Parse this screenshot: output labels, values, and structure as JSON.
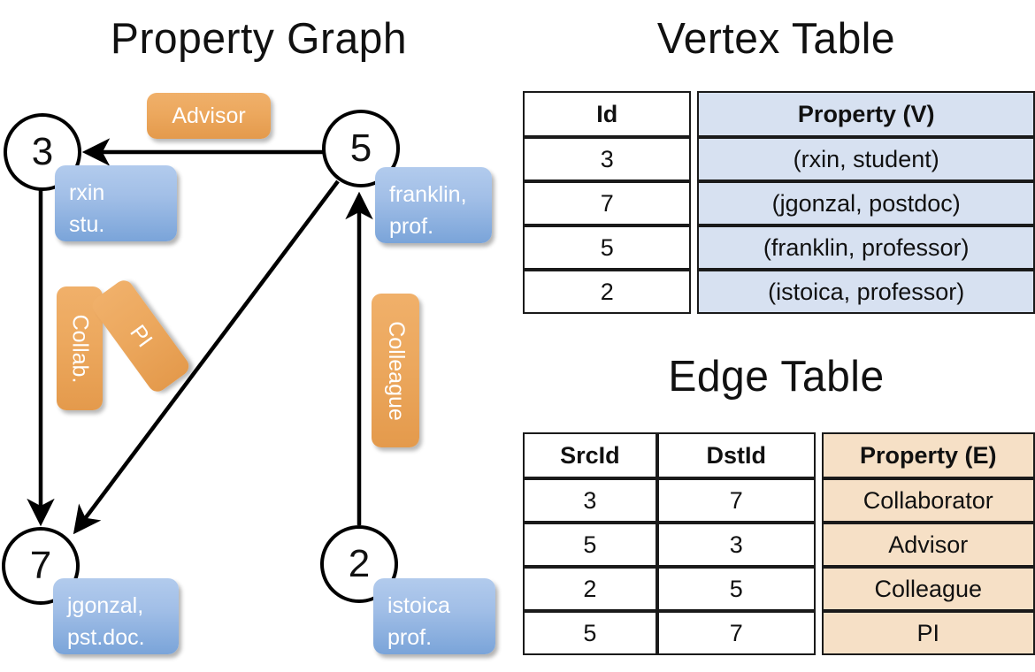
{
  "titles": {
    "property_graph": "Property Graph",
    "vertex_table": "Vertex Table",
    "edge_table": "Edge Table"
  },
  "graph": {
    "nodes": [
      {
        "id": "3",
        "property": "rxin\nstu.",
        "prop_line1": "rxin",
        "prop_line2": "stu."
      },
      {
        "id": "5",
        "property": "franklin,\nprof.",
        "prop_line1": "franklin,",
        "prop_line2": "prof."
      },
      {
        "id": "7",
        "property": "jgonzal,\npst.doc.",
        "prop_line1": "jgonzal,",
        "prop_line2": "pst.doc."
      },
      {
        "id": "2",
        "property": "istoica\nprof.",
        "prop_line1": "istoica",
        "prop_line2": "prof."
      }
    ],
    "edge_labels": [
      {
        "name": "advisor",
        "label": "Advisor",
        "orientation": "horizontal"
      },
      {
        "name": "collab",
        "label": "Collab.",
        "orientation": "vertical"
      },
      {
        "name": "pi",
        "label": "PI",
        "orientation": "rotated"
      },
      {
        "name": "colleague",
        "label": "Colleague",
        "orientation": "vertical"
      }
    ],
    "edges": [
      {
        "src": "3",
        "dst": "7",
        "label": "Collab."
      },
      {
        "src": "5",
        "dst": "3",
        "label": "Advisor"
      },
      {
        "src": "2",
        "dst": "5",
        "label": "Colleague"
      },
      {
        "src": "5",
        "dst": "7",
        "label": "PI"
      }
    ]
  },
  "vertex_table": {
    "headers": [
      "Id",
      "Property (V)"
    ],
    "rows": [
      {
        "id": "3",
        "property": "(rxin, student)"
      },
      {
        "id": "7",
        "property": "(jgonzal, postdoc)"
      },
      {
        "id": "5",
        "property": "(franklin, professor)"
      },
      {
        "id": "2",
        "property": "(istoica, professor)"
      }
    ]
  },
  "edge_table": {
    "headers": [
      "SrcId",
      "DstId",
      "Property (E)"
    ],
    "rows": [
      {
        "src": "3",
        "dst": "7",
        "property": "Collaborator"
      },
      {
        "src": "5",
        "dst": "3",
        "property": "Advisor"
      },
      {
        "src": "2",
        "dst": "5",
        "property": "Colleague"
      },
      {
        "src": "5",
        "dst": "7",
        "property": "PI"
      }
    ]
  },
  "colors": {
    "vertex_property_fill": "#d7e1f1",
    "edge_property_fill": "#f6e0c6",
    "node_box_blue": "#7aa4d9",
    "edge_label_orange": "#eca85e",
    "stroke": "#1a1a1a"
  }
}
